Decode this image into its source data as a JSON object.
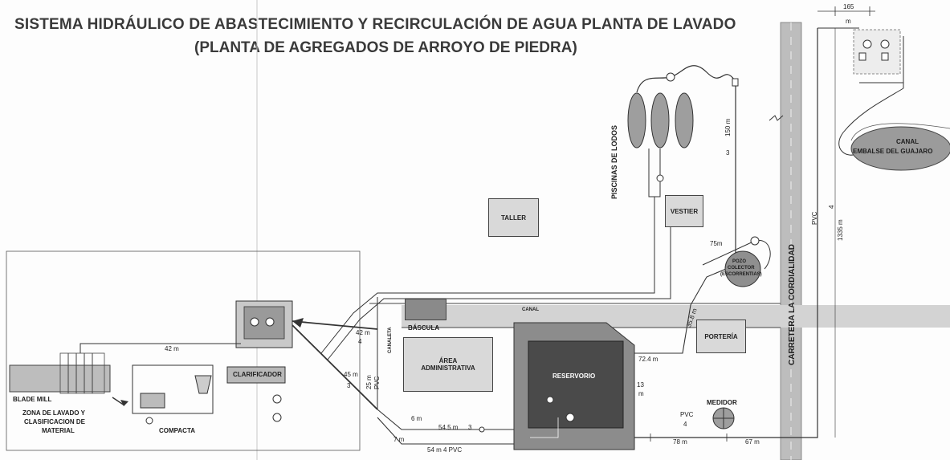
{
  "title": {
    "line1": "SISTEMA HIDRÁULICO DE ABASTECIMIENTO  Y RECIRCULACIÓN DE AGUA PLANTA DE LAVADO",
    "line2": "(PLANTA DE AGREGADOS DE ARROYO DE PIEDRA)"
  },
  "areas": {
    "taller": "TALLER",
    "vestier": "VESTIER",
    "bascula": "BÁSCULA",
    "area_admin_1": "ÁREA",
    "area_admin_2": "ADMINISTRATIVA",
    "reservorio": "RESERVORIO",
    "porteria": "PORTERÍA",
    "clarificador": "CLARIFICADOR",
    "compacta": "COMPACTA",
    "blade_mill": "BLADE MILL",
    "zona_1": "ZONA DE LAVADO Y",
    "zona_2": "CLASIFICACION DE",
    "zona_3": "MATERIAL",
    "pozo_1": "POZO",
    "pozo_2": "COLECTOR",
    "pozo_3": "(ESCORRENTIAS)",
    "canal_1": "CANAL",
    "canal_2": "EMBALSE DEL GUAJARO",
    "piscinas": "PISCINAS DE LODOS",
    "carretera": "CARRETERA LA CORDIALIDAD",
    "canal_label": "CANAL",
    "canaleta": "CANALETA",
    "medidor": "MEDIDOR"
  },
  "dimensions": {
    "d165": "165",
    "dm": "m",
    "d150": "150 m",
    "d3": "3",
    "d75m": "75m",
    "d358": "35.8 m",
    "d724": "72.4 m",
    "d42a": "42 m",
    "d42b": "42 m",
    "d4a": "4",
    "d45": "45 m",
    "d3b": "3",
    "d25": "25 m",
    "pvc1": "PVC",
    "d6": "6 m",
    "d545": "54.5 m",
    "d3c": "3",
    "d7": "7 m",
    "d54": "54 m  4   PVC",
    "d13": "13",
    "dm2": "m",
    "pvc2": "PVC",
    "d4b": "4",
    "d78": "78 m",
    "d67": "67 m",
    "pvc3": "PVC",
    "d4c": "4",
    "d1335": "1335 m"
  }
}
